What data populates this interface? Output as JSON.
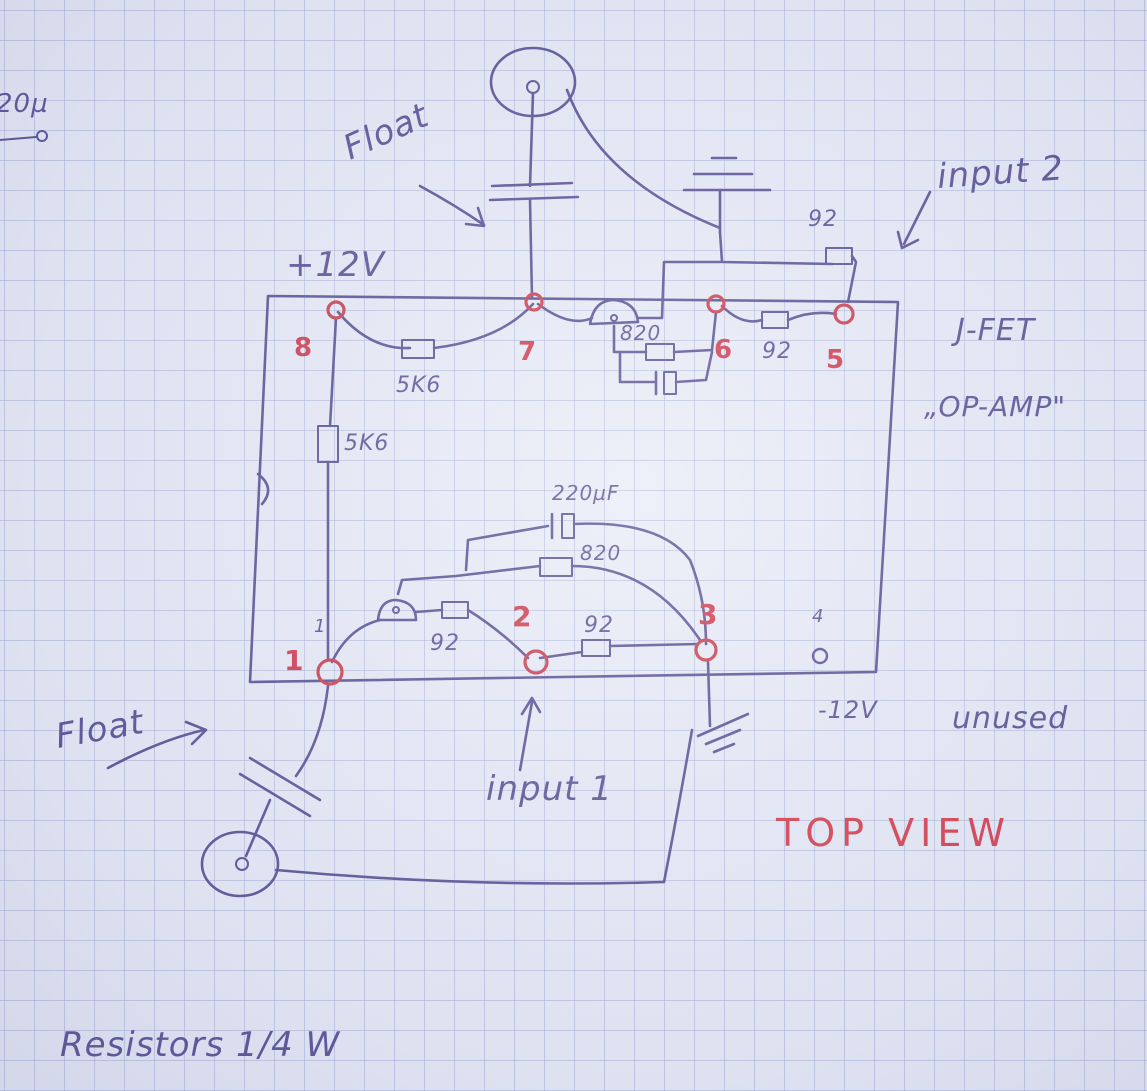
{
  "labels": {
    "top_left_fragment": "20µ",
    "float_top": "Float",
    "float_bottom": "Float",
    "plus12v": "+12V",
    "minus12v": "-12V",
    "input2": "input 2",
    "input1": "input 1",
    "jfet": "J-FET",
    "opamp": "„OP-AMP\"",
    "unused": "unused",
    "top_view": "TOP VIEW",
    "resistors_note": "Resistors 1/4 W"
  },
  "pins": {
    "p1": "1",
    "p1_small": "1",
    "p2": "2",
    "p3": "3",
    "p4": "4",
    "p5": "5",
    "p6": "6",
    "p7": "7",
    "p8": "8"
  },
  "components": {
    "r_5k6_top": "5K6",
    "r_5k6_left": "5K6",
    "r_820_top": "820",
    "r_92_top_right": "92",
    "r_92_top_far": "92",
    "cap_220uf": "220µF",
    "r_820_bottom": "820",
    "r_92_bottom_left": "92",
    "r_92_bottom_mid": "92"
  },
  "colors": {
    "ink": "#3c3280",
    "pin_red": "#c8162a",
    "paper": "#e4e8f4"
  }
}
